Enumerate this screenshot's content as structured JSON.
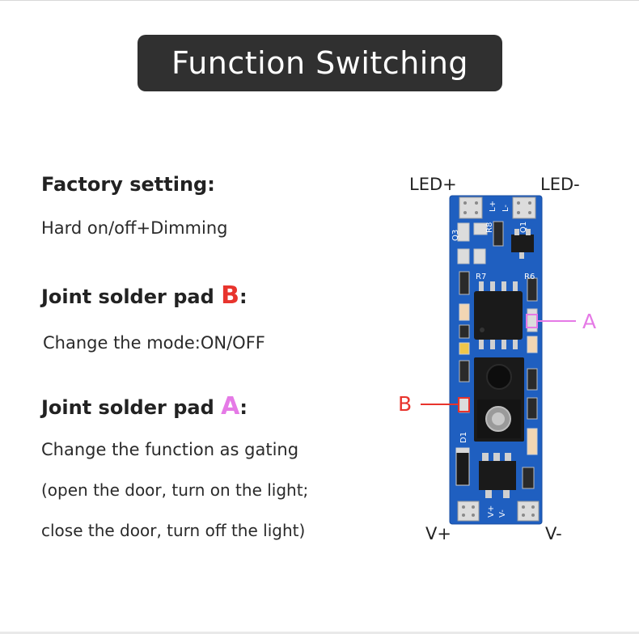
{
  "title": "Function Switching",
  "factory": {
    "heading": "Factory setting:",
    "body": "Hard on/off+Dimming"
  },
  "pad_b": {
    "heading_prefix": "Joint solder pad ",
    "letter": "B",
    "heading_suffix": ":",
    "body": "Change the mode:ON/OFF"
  },
  "pad_a": {
    "heading_prefix": "Joint solder pad ",
    "letter": "A",
    "heading_suffix": ":",
    "lines": [
      "Change the function as gating",
      "(open the door, turn on the light;",
      "close the door, turn off the light)"
    ]
  },
  "board": {
    "led_plus": "LED+",
    "led_minus": "LED-",
    "v_plus": "V+",
    "v_minus": "V-",
    "callout_a": "A",
    "callout_b": "B",
    "silkscreen": {
      "q3": "Q3",
      "l_plus": "L+",
      "l_minus": "L-",
      "r8": "R8",
      "q1": "Q1",
      "r7": "R7",
      "r6": "R6",
      "d1": "D1",
      "v_plus": "V+",
      "v_minus": "V-"
    }
  },
  "colors": {
    "pcb_blue": "#1f5fc0",
    "pad_b_red": "#e8342d",
    "pad_a_pink": "#e57ae6",
    "title_bg": "#303030"
  }
}
